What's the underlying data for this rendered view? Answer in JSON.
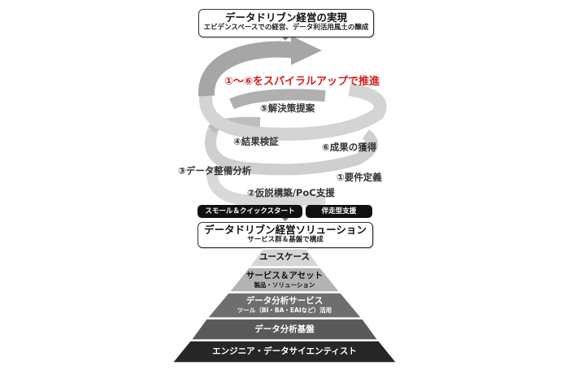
{
  "header_box": {
    "title": "データドリブン経営の実現",
    "subtitle": "エビデンスベースでの経営、データ利活用風土の醸成"
  },
  "spiral": {
    "headline": "①～⑥をスパイラルアップで推進",
    "headline_color": "#d21f1f",
    "steps": [
      {
        "label": "⑤解決策提案"
      },
      {
        "label": "④結果検証"
      },
      {
        "label": "⑥成果の獲得"
      },
      {
        "label": "③データ整備分析"
      },
      {
        "label": "①要件定義"
      },
      {
        "label": "②仮説構築/PoC支援"
      }
    ]
  },
  "pills": [
    {
      "label": "スモール＆クイックスタート"
    },
    {
      "label": "伴走型支援"
    }
  ],
  "solution_box": {
    "title": "データドリブン経営ソリューション",
    "subtitle": "サービス群＆基盤で構成"
  },
  "pyramid": [
    {
      "line1": "ユースケース",
      "line2": "",
      "color": "#d6d6d6"
    },
    {
      "line1": "サービス＆アセット",
      "line2": "製品・ソリューション",
      "color": "#b3b3b3"
    },
    {
      "line1": "データ分析サービス",
      "line2": "ツール（BI・BA・EAIなど）活用",
      "color": "#6e6e6e"
    },
    {
      "line1": "データ分析基盤",
      "line2": "",
      "color": "#595959"
    },
    {
      "line1": "エンジニア・データサイエンティスト",
      "line2": "",
      "color": "#262626"
    }
  ]
}
